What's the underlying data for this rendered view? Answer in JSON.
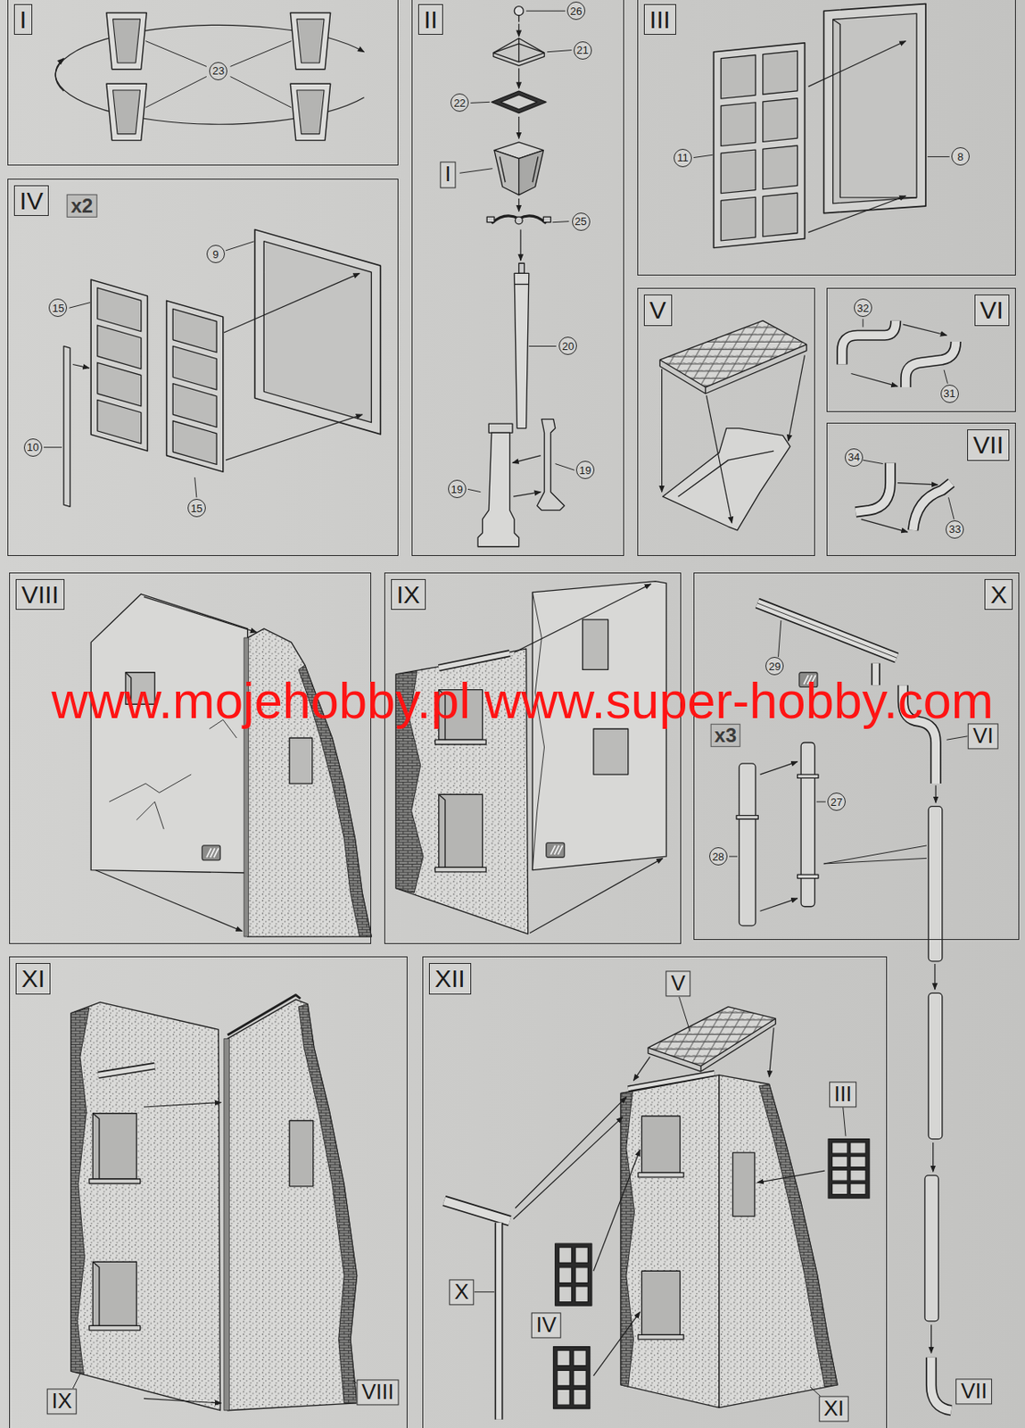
{
  "diagram": {
    "nodes": [
      {
        "text": [
          "I"
        ]
      },
      {
        "text": [
          "II"
        ]
      },
      {
        "text": [
          "III"
        ]
      },
      {
        "text": [
          "IV"
        ]
      },
      {
        "text": [
          "V"
        ]
      },
      {
        "text": [
          "VI"
        ]
      },
      {
        "text": [
          "VII"
        ]
      },
      {
        "text": [
          "VIII"
        ]
      },
      {
        "text": [
          "IX"
        ]
      },
      {
        "text": [
          "X"
        ]
      },
      {
        "text": [
          "XI"
        ]
      },
      {
        "text": [
          "XII"
        ]
      }
    ],
    "labels": [
      "23",
      "26",
      "21",
      "22",
      "I",
      "25",
      "20",
      "19",
      "19",
      "11",
      "8",
      "x2",
      "9",
      "15",
      "10",
      "15",
      "32",
      "31",
      "34",
      "33",
      "29",
      "x3",
      "28",
      "27",
      "VI",
      "VII",
      "IX",
      "VIII",
      "V",
      "III",
      "X",
      "IV",
      "XI",
      "www.mojehobby.pl www.super-hobby.com"
    ]
  }
}
